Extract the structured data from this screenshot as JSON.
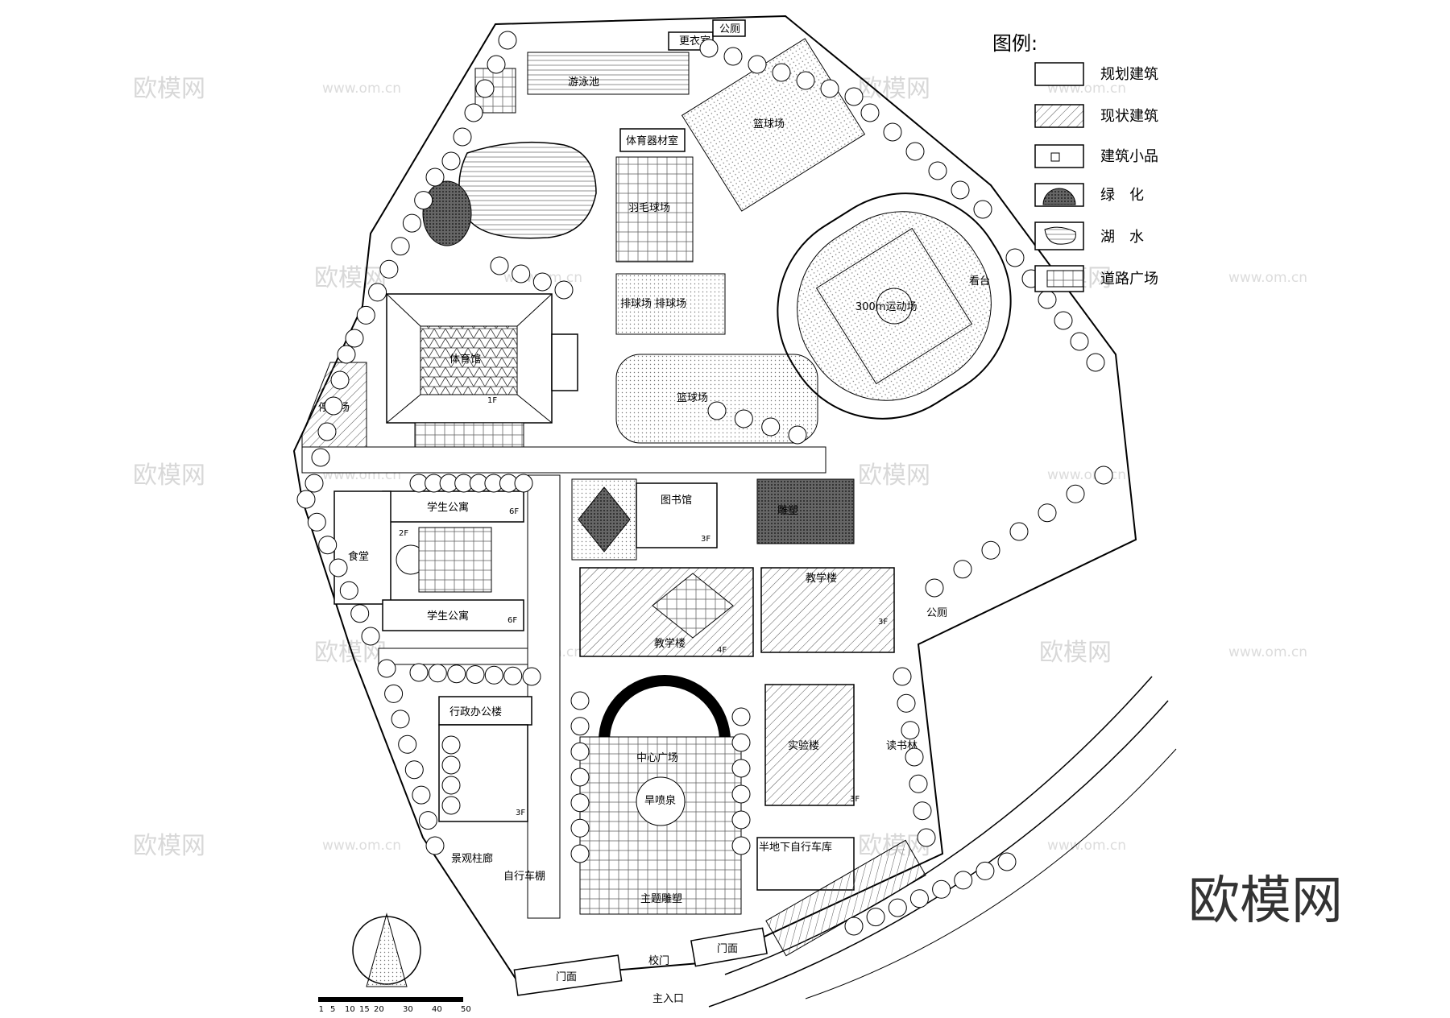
{
  "legend": {
    "title": "图例:",
    "items": [
      {
        "key": "planned",
        "label": "规划建筑"
      },
      {
        "key": "existing",
        "label": "现状建筑"
      },
      {
        "key": "feature",
        "label": "建筑小品"
      },
      {
        "key": "green",
        "label": "绿　化"
      },
      {
        "key": "lake",
        "label": "湖　水"
      },
      {
        "key": "road",
        "label": "道路广场"
      }
    ]
  },
  "labels": {
    "pool": "游泳池",
    "changing": "更衣室",
    "toilet_top": "公厕",
    "basketball_top": "篮球场",
    "equipment": "体育器材室",
    "badminton": "羽毛球场",
    "volleyball": "排球场 排球场",
    "gym": "体育馆",
    "gym_floor": "1F",
    "parking": "停车场",
    "basketball_mid": "篮球场",
    "track": "300m运动场",
    "stand": "看台",
    "dorm_top": "学生公寓",
    "dorm_top_floor": "6F",
    "canteen": "食堂",
    "canteen_floor": "2F",
    "dorm_bottom": "学生公寓",
    "dorm_bottom_floor": "6F",
    "library": "图书馆",
    "library_floor": "3F",
    "sculpture": "雕塑",
    "teach_right": "教学楼",
    "teach_right_floor": "3F",
    "toilet_mid": "公厕",
    "teach_left": "教学楼",
    "teach_left_floor": "4F",
    "admin": "行政办公楼",
    "admin_floor": "3F",
    "plaza": "中心广场",
    "fountain": "旱喷泉",
    "lab": "实验楼",
    "lab_floor": "3F",
    "grove": "读书林",
    "bike": "半地下自行车库",
    "corridor": "景观柱廊",
    "pavilion": "自行车棚",
    "theme": "主题雕塑",
    "shop_left": "门面",
    "shop_right": "门面",
    "gate": "校门",
    "entrance": "主入口"
  },
  "scale": {
    "ticks": [
      "1",
      "5",
      "10",
      "15",
      "20",
      "30",
      "40",
      "50"
    ]
  },
  "watermark": {
    "text": "欧模网",
    "url": "www.om.cn",
    "brand": "欧模网"
  }
}
